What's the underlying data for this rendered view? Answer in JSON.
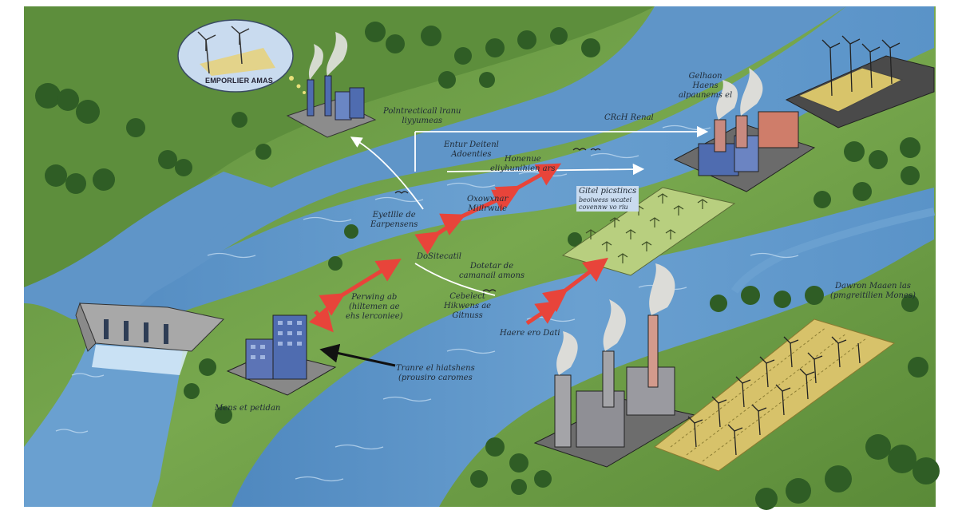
{
  "labels": {
    "bubble": "EMPORLIER AMAS",
    "top_factory_line1": "Polntrecticall lranu",
    "top_factory_line2": "liyyumeas",
    "top_right_line1": "Gelhaon",
    "top_right_line2": "Haens",
    "top_right_line3": "alpaunems el",
    "crch_renal": "CRcH Renal",
    "entur_line1": "Entur Deitenl",
    "entur_line2": "Adoenties",
    "honenue_line1": "Honenue",
    "honenue_line2": "eliyhunihien  ars",
    "grid_line1": "Gitel picstincs",
    "grid_line2": "beoiwess wcatei",
    "grid_line3": "covennw vo riu",
    "oxounar_line1": "Oxowxnar",
    "oxounar_line2": "Millrwuie",
    "eyetllle_line1": "Eyetllle de",
    "eyetllle_line2": "Earpensens",
    "dositecatil": "DoSitecatil",
    "dotetar_line1": "Dotetar de",
    "dotetar_line2": "camanail amons",
    "perwing_line1": "Perwing ab",
    "perwing_line2": "(hiltemen ae",
    "perwing_line3": "ehs lerconiee)",
    "cebelect_line1": "Cebelect",
    "cebelect_line2": "Hikwens ae",
    "cebelect_line3": "Gitnuss",
    "haere": "Haere ero Dati",
    "tranre_line1": "Tranre el hiatshens",
    "tranre_line2": "(prousiro caromes",
    "mens": "Mens et petidan",
    "dawron_line1": "Dawron Maaen las",
    "dawron_line2": "(pmgreitilien Mones)"
  },
  "colors": {
    "grass": "#6f9e48",
    "river": "#5f95c8",
    "river_light": "#9cc3e6",
    "arrow_red": "#e8443a",
    "arrow_dark": "#111111",
    "arrow_white": "#ffffff",
    "building_blue": "#5c74b6",
    "building_gray": "#9a9aa0",
    "smoke": "#d9d9d6",
    "field_yellow": "#d7c26a",
    "field_green": "#bcd48a",
    "bubble_fill": "#c9dbef"
  },
  "icons": [
    "wind-turbine-icon",
    "factory-icon",
    "dam-icon",
    "power-plant-icon",
    "solar-farm-icon",
    "office-building-icon",
    "bird-icon"
  ]
}
